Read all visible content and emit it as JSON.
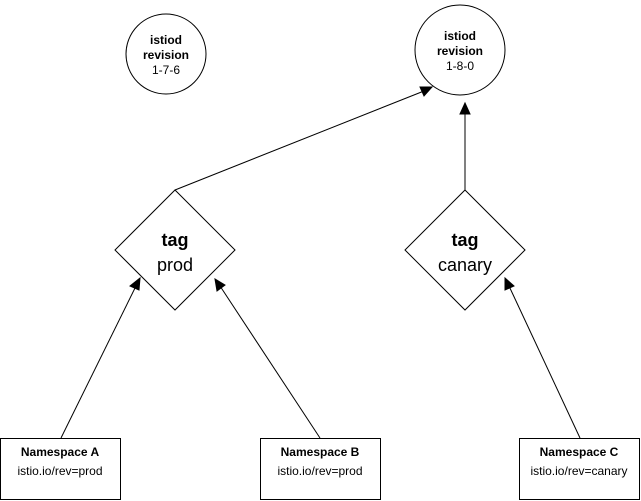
{
  "revisions": {
    "rev_1_7_6": {
      "title_line1": "istiod",
      "title_line2": "revision",
      "version": "1-7-6"
    },
    "rev_1_8_0": {
      "title_line1": "istiod",
      "title_line2": "revision",
      "version": "1-8-0"
    }
  },
  "tags": {
    "prod": {
      "keyword": "tag",
      "name": "prod"
    },
    "canary": {
      "keyword": "tag",
      "name": "canary"
    }
  },
  "namespaces": {
    "a": {
      "name": "Namespace A",
      "label": "istio.io/rev=prod"
    },
    "b": {
      "name": "Namespace B",
      "label": "istio.io/rev=prod"
    },
    "c": {
      "name": "Namespace C",
      "label": "istio.io/rev=canary"
    }
  },
  "colors": {
    "stroke": "#000000",
    "fill": "#ffffff"
  }
}
